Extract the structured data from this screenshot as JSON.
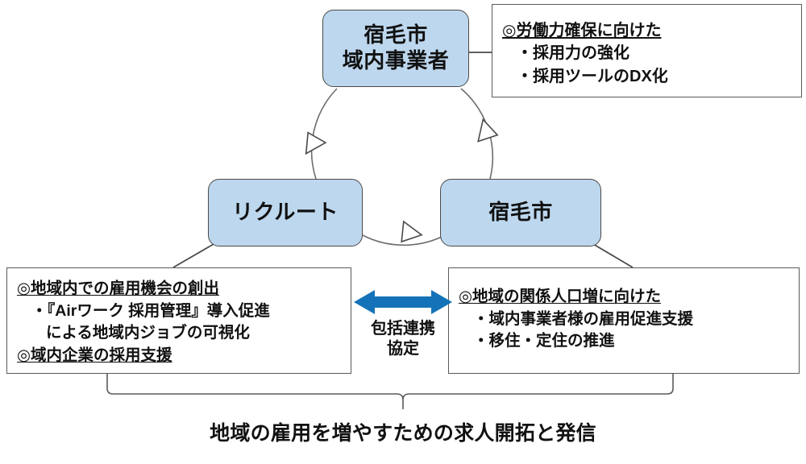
{
  "diagram": {
    "title_caption": "地域の雇用を増やすための求人開拓と発信",
    "accent_blue": "#bdd7ee",
    "arrow_blue": "#1473b8",
    "line_gray": "#5a5a5a"
  },
  "nodes": {
    "top": {
      "line1": "宿毛市",
      "line2": "域内事業者"
    },
    "left": {
      "line1": "リクルート"
    },
    "right": {
      "line1": "宿毛市"
    }
  },
  "boxes": {
    "top_right": {
      "heading": "◎労働力確保に向けた",
      "items": [
        "・採用力の強化",
        "・採用ツールのDX化"
      ]
    },
    "bottom_left": {
      "heading": "◎地域内での雇用機会の創出",
      "items": [
        "・『Airワーク 採用管理』導入促進",
        "による地域内ジョブの可視化"
      ],
      "heading2": "◎域内企業の採用支援"
    },
    "bottom_right": {
      "heading": "◎地域の関係人口増に向けた",
      "items": [
        "・域内事業者様の雇用促進支援",
        "・移住・定住の推進"
      ]
    }
  },
  "pact": {
    "label_line1": "包括連携",
    "label_line2": "協定",
    "icon": "double-headed-horizontal-arrow"
  },
  "cycle": {
    "arrowheads": [
      "top-to-left",
      "left-to-right",
      "right-to-top"
    ]
  }
}
